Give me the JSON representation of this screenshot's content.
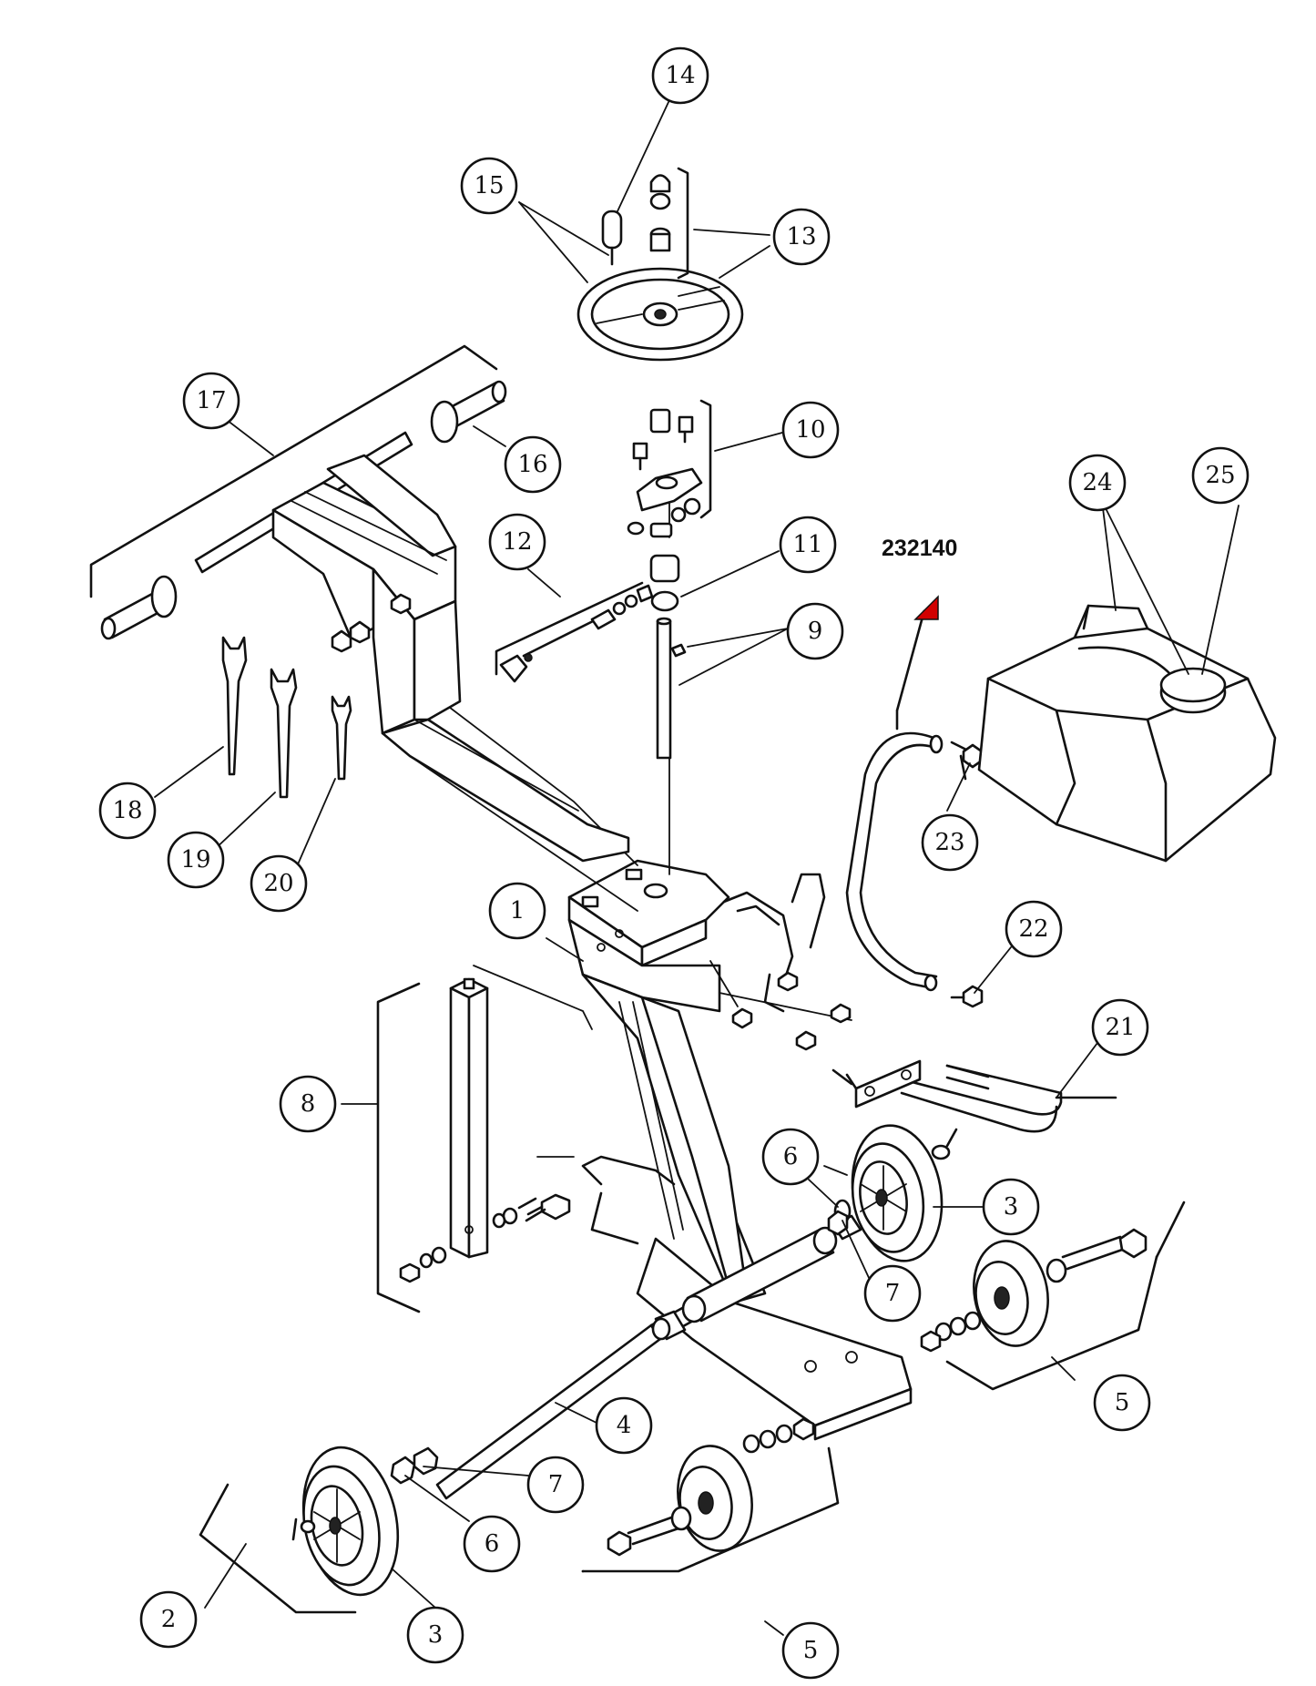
{
  "diagram": {
    "reference_number": "232140",
    "accent_arrow_color": "#d10000",
    "callouts": {
      "c1": "1",
      "c2": "2",
      "c3a": "3",
      "c3b": "3",
      "c4": "4",
      "c5a": "5",
      "c5b": "5",
      "c6a": "6",
      "c6b": "6",
      "c7a": "7",
      "c7b": "7",
      "c8": "8",
      "c9": "9",
      "c10": "10",
      "c11": "11",
      "c12": "12",
      "c13": "13",
      "c14": "14",
      "c15": "15",
      "c16": "16",
      "c17": "17",
      "c18": "18",
      "c19": "19",
      "c20": "20",
      "c21": "21",
      "c22": "22",
      "c23": "23",
      "c24": "24",
      "c25": "25"
    }
  }
}
